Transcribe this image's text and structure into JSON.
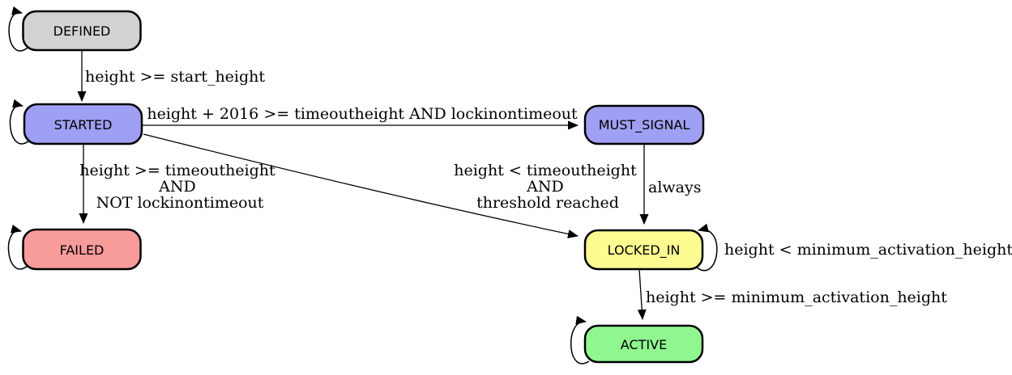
{
  "diagram": {
    "type": "state-machine",
    "states": {
      "defined": {
        "label": "DEFINED",
        "fill": "#d2d2d2"
      },
      "started": {
        "label": "STARTED",
        "fill": "#9f9ff3"
      },
      "failed": {
        "label": "FAILED",
        "fill": "#f89b9b"
      },
      "must_signal": {
        "label": "MUST_SIGNAL",
        "fill": "#9f9ff3"
      },
      "locked_in": {
        "label": "LOCKED_IN",
        "fill": "#fbfb91"
      },
      "active": {
        "label": "ACTIVE",
        "fill": "#90f690"
      }
    },
    "transitions": {
      "defined_to_started": {
        "from": "DEFINED",
        "to": "STARTED",
        "label": "height >= start_height"
      },
      "started_to_must_signal": {
        "from": "STARTED",
        "to": "MUST_SIGNAL",
        "label": "height + 2016 >= timeoutheight AND lockinontimeout"
      },
      "started_to_failed": {
        "from": "STARTED",
        "to": "FAILED",
        "label_line1": "height >= timeoutheight",
        "label_line2": "AND",
        "label_line3": "NOT lockinontimeout"
      },
      "started_to_locked_in": {
        "from": "STARTED",
        "to": "LOCKED_IN",
        "label_line1": "height < timeoutheight",
        "label_line2": "AND",
        "label_line3": "threshold reached"
      },
      "must_signal_to_locked_in": {
        "from": "MUST_SIGNAL",
        "to": "LOCKED_IN",
        "label": "always"
      },
      "locked_in_to_locked_in": {
        "from": "LOCKED_IN",
        "to": "LOCKED_IN",
        "label": "height < minimum_activation_height"
      },
      "locked_in_to_active": {
        "from": "LOCKED_IN",
        "to": "ACTIVE",
        "label": "height >= minimum_activation_height"
      }
    },
    "self_loop_states": [
      "DEFINED",
      "STARTED",
      "FAILED",
      "LOCKED_IN",
      "ACTIVE"
    ],
    "edge_color": "#000000",
    "border_color": "#000000",
    "background_color": "#ffffff"
  }
}
